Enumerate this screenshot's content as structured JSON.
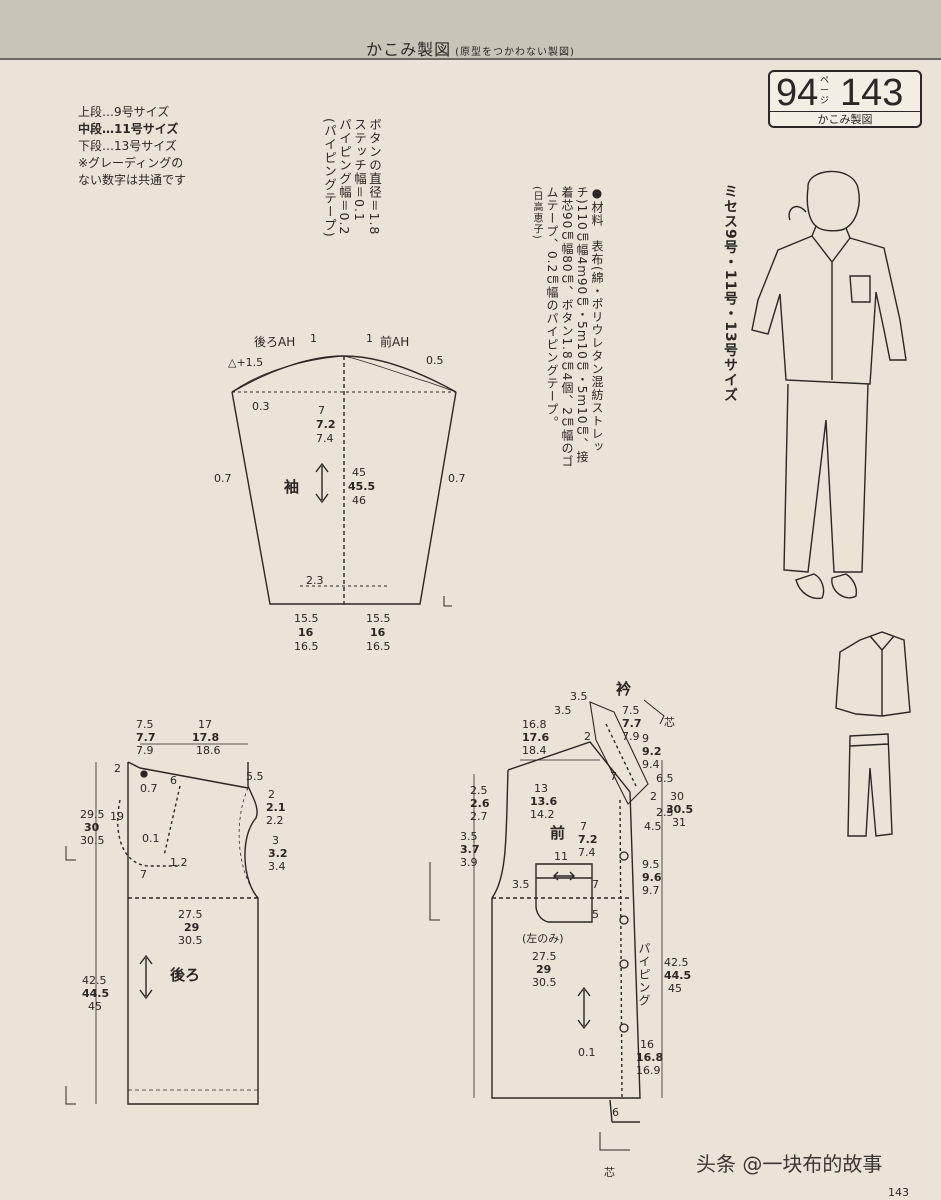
{
  "header": {
    "title": "かこみ製図",
    "subtitle": "(原型をつかわない製図)"
  },
  "badge": {
    "left_num": "94",
    "page_mark": "ページ",
    "right_num": "143",
    "caption": "かこみ製図"
  },
  "legend": {
    "lines": [
      "上段…9号サイズ",
      "中段…11号サイズ",
      "下段…13号サイズ",
      "※グレーディングの",
      "ない数字は共通です"
    ]
  },
  "notes": {
    "button": [
      "ボタンの直径＝1.8",
      "ステッチ幅＝0.1",
      "パイピング幅＝0.2",
      "(パイピングテープ)"
    ]
  },
  "materials": {
    "lines": [
      "●材料　表布(綿・ポリウレタン混紡ストレッ",
      "チ)110㎝幅4m90㎝・5m10㎝・5m10㎝、接",
      "着芯90㎝幅80㎝、ボタン1.8㎝4個、2㎝幅のゴ",
      "ムテープ、0.2㎝幅のパイピングテープ。",
      "(日高恵子)"
    ]
  },
  "model_title": "ミセス9号・11号・13号サイズ",
  "sleeve": {
    "label": "袖",
    "back_ah": "後ろAH",
    "front_ah": "前AH",
    "one_l": "1",
    "one_r": "1",
    "tri_plus": "△+1.5",
    "m05": "0.5",
    "m03": "0.3",
    "m07l": "0.7",
    "m07r": "0.7",
    "cap": [
      "7",
      "7.2",
      "7.4"
    ],
    "len": [
      "45",
      "45.5",
      "46"
    ],
    "m23": "2.3",
    "wl": [
      "15.5",
      "16",
      "16.5"
    ],
    "wr": [
      "15.5",
      "16",
      "16.5"
    ]
  },
  "back": {
    "label": "後ろ",
    "top1": [
      "7.5",
      "7.7",
      "7.9"
    ],
    "top2": [
      "17",
      "17.8",
      "18.6"
    ],
    "m2": "2",
    "m07": "0.7",
    "m6": "6",
    "m55": "5.5",
    "m19": "19",
    "side": [
      "2",
      "2.1",
      "2.2"
    ],
    "arm": [
      "3",
      "3.2",
      "3.4"
    ],
    "h30": [
      "29.5",
      "30",
      "30.5"
    ],
    "m01": "0.1",
    "m12": "1.2",
    "m7": "7",
    "width": [
      "27.5",
      "29",
      "30.5"
    ],
    "len": [
      "42.5",
      "44.5",
      "45"
    ]
  },
  "front": {
    "label": "前",
    "collar": "衿",
    "core": "芯",
    "pocket_note": "(左のみ)",
    "piping": "パイピング",
    "c35a": "3.5",
    "c35b": "3.5",
    "c75": [
      "7.5",
      "7.7",
      "7.9"
    ],
    "c92": [
      "9",
      "9.2",
      "9.4"
    ],
    "m2": "2",
    "m65": "6.5",
    "w1": [
      "16.8",
      "17.6",
      "18.4"
    ],
    "w2": [
      "13",
      "13.6",
      "14.2"
    ],
    "n25": [
      "2.5",
      "2.6",
      "2.7"
    ],
    "n37": [
      "3.5",
      "3.7",
      "3.9"
    ],
    "m7": [
      "7",
      "7.2",
      "7.4"
    ],
    "m11": "11",
    "m35": "3.5",
    "m7b": "7",
    "m5": "5",
    "m7c": "7",
    "m2b": "2",
    "m25": "2.5",
    "m45": "4.5",
    "h30": [
      "30",
      "30.5",
      "31"
    ],
    "h96": [
      "9.5",
      "9.6",
      "9.7"
    ],
    "width": [
      "27.5",
      "29",
      "30.5"
    ],
    "len": [
      "42.5",
      "44.5",
      "45"
    ],
    "bt": [
      "16",
      "16.8",
      "16.9"
    ],
    "m01": "0.1",
    "m6": "6"
  },
  "watermark": "头条 @一块布的故事",
  "page_number": "143"
}
